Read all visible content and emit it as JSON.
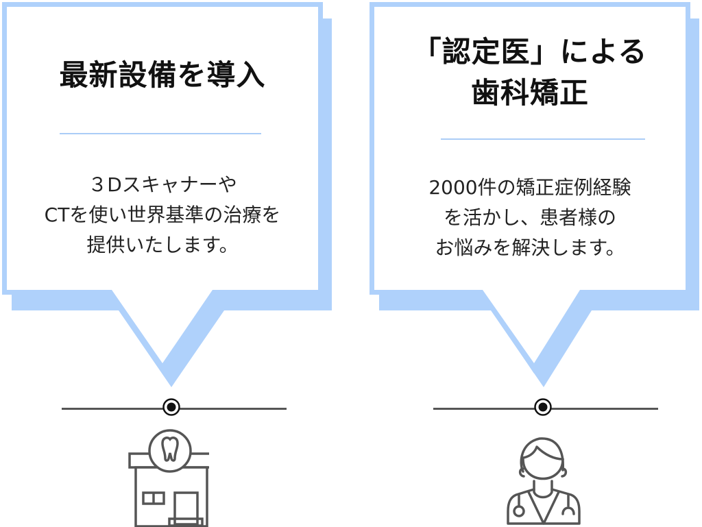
{
  "colors": {
    "bubble_border": "#afd1fb",
    "divider": "#abcdf7",
    "text": "#111111",
    "timeline": "#555555",
    "icon_stroke": "#555555"
  },
  "cards": [
    {
      "title_lines": [
        "最新設備を導入"
      ],
      "body_lines": [
        "３Dスキャナーや",
        "CTを使い世界基準の治療を",
        "提供いたします。"
      ],
      "icon": "dental-clinic-icon"
    },
    {
      "title_lines": [
        "「認定医」による",
        "歯科矯正"
      ],
      "body_lines": [
        "2000件の矯正症例経験",
        "を活かし、患者様の",
        "お悩みを解決します。"
      ],
      "icon": "doctor-icon"
    }
  ]
}
